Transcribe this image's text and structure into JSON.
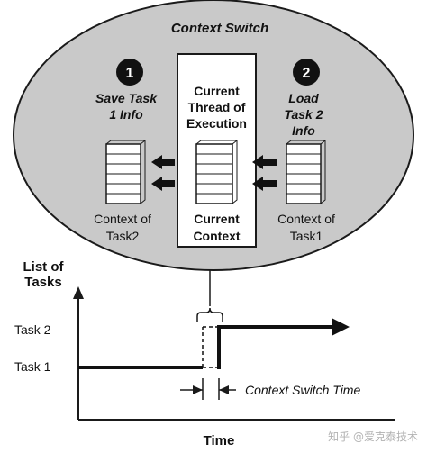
{
  "context_switch": {
    "title": "Context Switch",
    "step1": {
      "number": "1",
      "label_line1": "Save Task",
      "label_line2": "1 Info"
    },
    "step2": {
      "number": "2",
      "label_line1": "Load",
      "label_line2": "Task 2",
      "label_line3": "Info"
    },
    "center_box": {
      "top_line1": "Current",
      "top_line2": "Thread of",
      "top_line3": "Execution",
      "bottom_line1": "Current",
      "bottom_line2": "Context"
    },
    "left_stack": {
      "label_line1": "Context of",
      "label_line2": "Task2"
    },
    "right_stack": {
      "label_line1": "Context of",
      "label_line2": "Task1"
    }
  },
  "timeline": {
    "y_axis_label_line1": "List of",
    "y_axis_label_line2": "Tasks",
    "x_axis_label": "Time",
    "task2_label": "Task 2",
    "task1_label": "Task 1",
    "switch_time_label": "Context Switch Time"
  },
  "watermark": "知乎 @爱克泰技术",
  "colors": {
    "ellipse_fill": "#c9c9c9",
    "stroke": "#1a1a1a",
    "white": "#ffffff"
  }
}
